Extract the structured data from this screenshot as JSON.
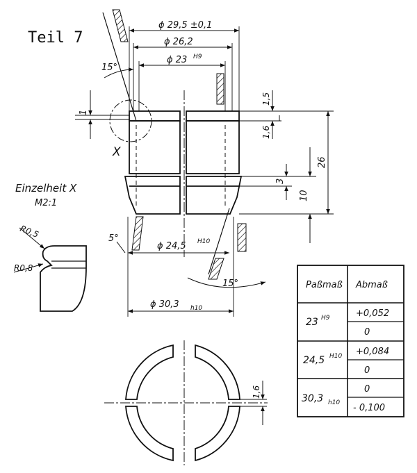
{
  "title": "Teil 7",
  "detail": {
    "label": "Einzelheit X",
    "scale": "M2:1",
    "r1": "R0,5",
    "r2": "R0,8"
  },
  "dims": {
    "d1": "ϕ 29,5 ±0,1",
    "d2": "ϕ 26,2",
    "d3_main": "ϕ 23",
    "d3_tol": "H9",
    "d4_main": "ϕ 24,5",
    "d4_tol": "H10",
    "d5_main": "ϕ 30,3",
    "d5_tol": "h10",
    "h_1": "1",
    "h_15": "1,5",
    "h_16": "1,6",
    "h_26": "26",
    "h_3": "3",
    "h_10": "10",
    "ang_top": "15°",
    "ang_bot": "15°",
    "ang_5": "5°",
    "sec_x": "X",
    "plan_16": "1,6"
  },
  "table": {
    "headers": [
      "Paßmaß",
      "Abmaß"
    ],
    "rows": [
      {
        "size": "23",
        "tol": "H9",
        "upper": "+0,052",
        "lower": "0"
      },
      {
        "size": "24,5",
        "tol": "H10",
        "upper": "+0,084",
        "lower": "0"
      },
      {
        "size": "30,3",
        "tol": "h10",
        "upper": "0",
        "lower": "- 0,100"
      }
    ]
  }
}
